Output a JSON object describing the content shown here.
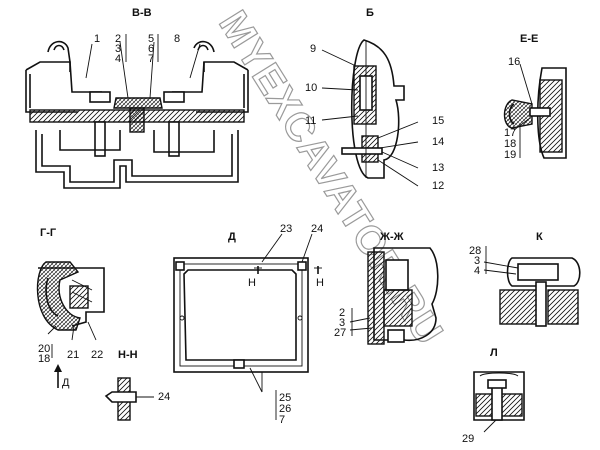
{
  "watermark": "MYEXCAVATOR.RU",
  "colors": {
    "line": "#111111",
    "watermark": "#9a9a9a",
    "background": "#ffffff"
  },
  "sections": {
    "vv": {
      "title": "В-В",
      "labels": [
        "1",
        "2",
        "3",
        "4",
        "5",
        "6",
        "7",
        "8"
      ]
    },
    "b": {
      "title": "Б",
      "labels": [
        "9",
        "10",
        "11",
        "15",
        "14",
        "13",
        "12"
      ]
    },
    "ee": {
      "title": "Е-Е",
      "labels": [
        "16",
        "17",
        "18",
        "19"
      ]
    },
    "gg": {
      "title": "Г-Г",
      "labels": [
        "20",
        "18",
        "21",
        "22"
      ],
      "arrow_label": "Д"
    },
    "nn": {
      "title": "Н-Н",
      "labels": [
        "24"
      ]
    },
    "d": {
      "title": "Д",
      "labels": [
        "23",
        "24",
        "25",
        "26",
        "7"
      ],
      "cut_labels": [
        "Н",
        "Н"
      ]
    },
    "zhzh": {
      "title": "Ж-Ж",
      "labels": [
        "2",
        "3",
        "27"
      ]
    },
    "k": {
      "title": "К",
      "labels": [
        "28",
        "3",
        "4"
      ]
    },
    "l": {
      "title": "Л",
      "labels": [
        "29"
      ]
    }
  }
}
